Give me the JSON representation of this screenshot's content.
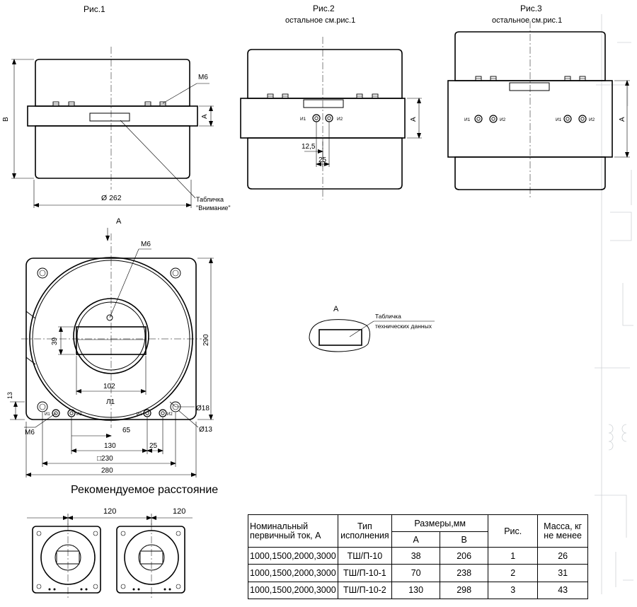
{
  "figures": {
    "fig1_title": "Рис.1",
    "fig2_title": "Рис.2",
    "fig2_note": "остальное см.рис.1",
    "fig3_title": "Рис.3",
    "fig3_note": "остальное см.рис.1"
  },
  "labels": {
    "m6": "М6",
    "B": "В",
    "A": "А",
    "dia262": "Ø 262",
    "plate_attention_1": "Табличка",
    "plate_attention_2": "\"Внимание\"",
    "dim_12_5": "12,5",
    "dim_25": "25",
    "terminal_i1": "И1",
    "terminal_i2": "И2",
    "view_A": "А",
    "dim_39": "39",
    "dim_290": "290",
    "dim_102": "102",
    "l1": "Л1",
    "dim_13": "13",
    "dia18": "Ø18",
    "dia13": "Ø13",
    "dim_65": "65",
    "dim_130": "130",
    "dim_25b": "25",
    "dim_230": "□230",
    "dim_280": "280",
    "plate_tech_1": "Табличка",
    "plate_tech_2": "технических данных",
    "recommended": "Рекомендуемое расстояние",
    "dim_120a": "120",
    "dim_120b": "120"
  },
  "table": {
    "header": {
      "current": "Номинальный первичный ток, А",
      "type": "Тип исполнения",
      "dims": "Размеры,мм",
      "a": "А",
      "b": "В",
      "fig": "Рис.",
      "mass": "Масса, кг не менее"
    },
    "rows": [
      {
        "current": "1000,1500,2000,3000",
        "type": "ТШ/П-10",
        "a": "38",
        "b": "206",
        "fig": "1",
        "mass": "26"
      },
      {
        "current": "1000,1500,2000,3000",
        "type": "ТШ/П-10-1",
        "a": "70",
        "b": "238",
        "fig": "2",
        "mass": "31"
      },
      {
        "current": "1000,1500,2000,3000",
        "type": "ТШ/П-10-2",
        "a": "130",
        "b": "298",
        "fig": "3",
        "mass": "43"
      }
    ]
  }
}
